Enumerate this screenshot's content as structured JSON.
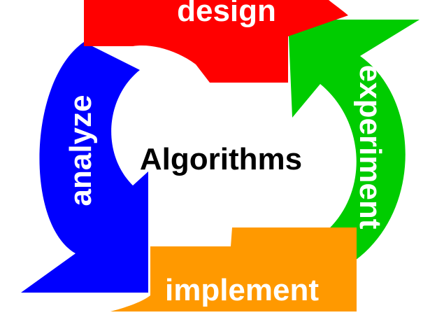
{
  "center": {
    "label": "Algorithms"
  },
  "stages": [
    {
      "id": "design",
      "label": "design",
      "color": "#ff0000"
    },
    {
      "id": "experiment",
      "label": "experiment",
      "color": "#00cc00"
    },
    {
      "id": "implement",
      "label": "implement",
      "color": "#ff9900"
    },
    {
      "id": "analyze",
      "label": "analyze",
      "color": "#0000ff"
    }
  ]
}
